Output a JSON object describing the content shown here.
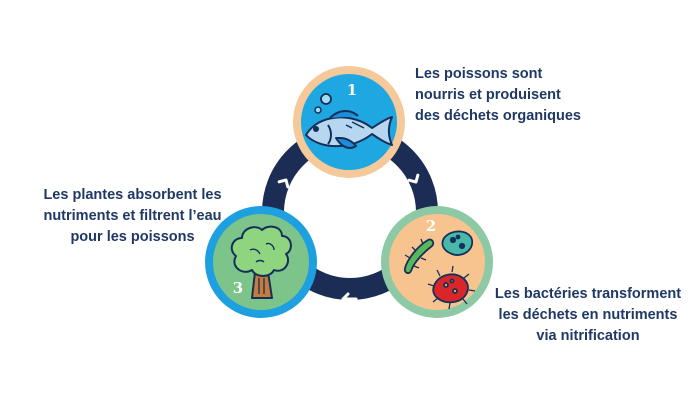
{
  "stages": [
    {
      "number": "1",
      "icon": "fish-icon",
      "ring_color": "#f5c99a",
      "fill_color": "#1ea7e1",
      "caption": [
        "Les poissons sont",
        "nourris et produisent",
        "des déchets organiques"
      ]
    },
    {
      "number": "2",
      "icon": "bacteria-icon",
      "ring_color": "#8cc9a4",
      "fill_color": "#f7c38f",
      "caption": [
        "Les bactéries transforment",
        "les déchets en nutriments",
        "via nitrification"
      ]
    },
    {
      "number": "3",
      "icon": "broccoli-plant-icon",
      "ring_color": "#1e9fe0",
      "fill_color": "#7dc48a",
      "caption": [
        "Les plantes absorbent les",
        "nutriments et filtrent l’eau",
        "pour les poissons"
      ]
    }
  ],
  "cycle": {
    "ring_color": "#1b2d55",
    "arrow_color": "#ffffff",
    "direction": "clockwise"
  }
}
